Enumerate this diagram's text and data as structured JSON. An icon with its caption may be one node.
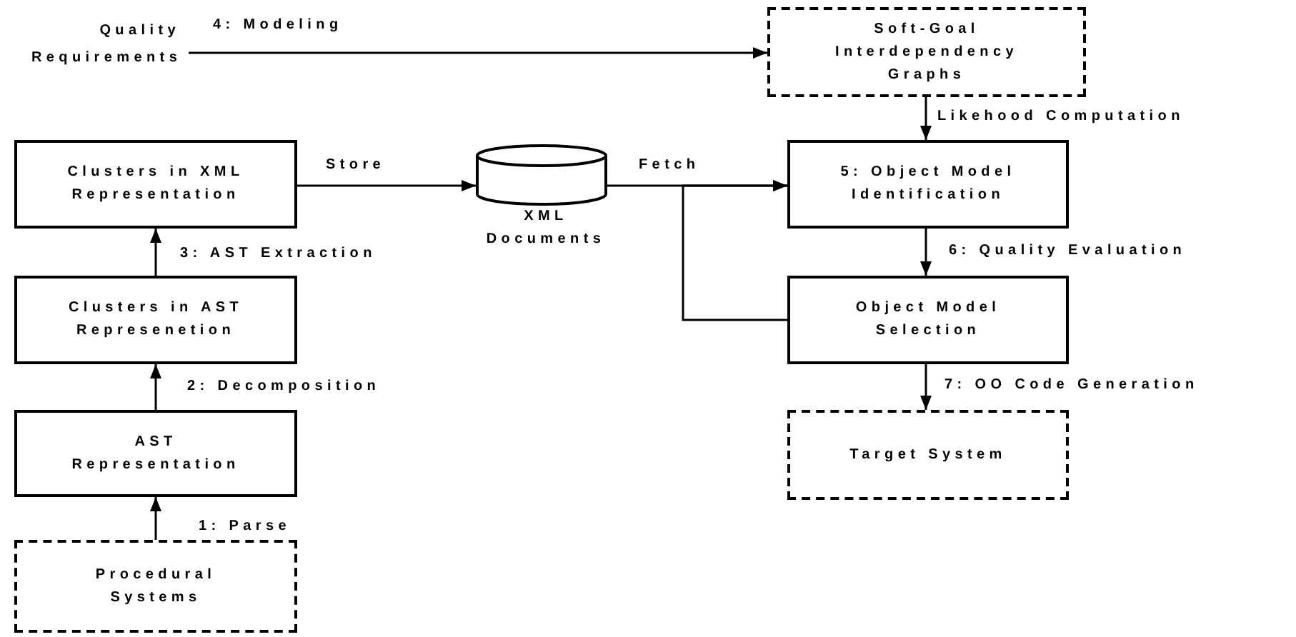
{
  "diagram": {
    "nodes": [
      {
        "text": [
          "Quality Requirements"
        ]
      },
      {
        "text": [
          "Soft-Goal Interdependency Graphs"
        ]
      },
      {
        "text": [
          "Clusters in XML Representation"
        ]
      },
      {
        "text": [],
        "shape": "cylinder",
        "beside": [
          "XML Documents"
        ]
      },
      {
        "text": [
          "5: Object Model Identification"
        ]
      },
      {
        "text": [
          "Clusters in AST Represenetion"
        ]
      },
      {
        "text": [
          "Object Model Selection"
        ]
      },
      {
        "text": [
          "AST Representation"
        ]
      },
      {
        "text": [
          "Target System"
        ]
      },
      {
        "text": [
          "Procedural Systems"
        ]
      }
    ],
    "edges": [
      {
        "from": 0,
        "to": 1,
        "arrow": "to",
        "label": "4: Modeling"
      },
      {
        "from": 1,
        "to": 4,
        "arrow": "to",
        "label": "Likehood Computation"
      },
      {
        "from": 2,
        "to": 3,
        "arrow": "to",
        "label": "Store"
      },
      {
        "from": 3,
        "to": 4,
        "arrow": "to",
        "label": "Fetch"
      },
      {
        "from": 4,
        "to": 6,
        "arrow": "to",
        "label": "6: Quality Evaluation"
      },
      {
        "from": 6,
        "to": 4,
        "arrow": "to"
      },
      {
        "from": 6,
        "to": 8,
        "arrow": "to",
        "label": "7: OO Code Generation"
      },
      {
        "from": 5,
        "to": 2,
        "arrow": "to",
        "label": "3: AST Extraction"
      },
      {
        "from": 7,
        "to": 5,
        "arrow": "to",
        "label": "2: Decomposition"
      },
      {
        "from": 9,
        "to": 7,
        "arrow": "to",
        "label": "1: Parse"
      }
    ]
  }
}
